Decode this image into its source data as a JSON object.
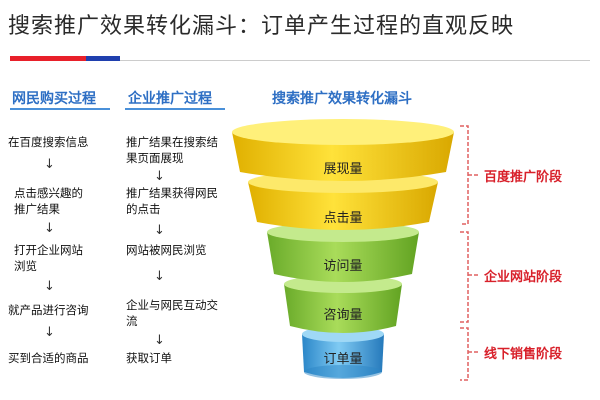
{
  "title": "搜索推广效果转化漏斗：订单产生过程的直观反映",
  "columns": {
    "consumer": {
      "heading": "网民购买过程",
      "steps": [
        "在百度搜索信息",
        "点击感兴趣的推广结果",
        "打开企业网站浏览",
        "就产品进行咨询",
        "买到合适的商品"
      ]
    },
    "enterprise": {
      "heading": "企业推广过程",
      "steps": [
        "推广结果在搜索结果页面展现",
        "推广结果获得网民的点击",
        "网站被网民浏览",
        "企业与网民互动交流",
        "获取订单"
      ]
    },
    "funnel": {
      "heading": "搜索推广效果转化漏斗",
      "levels": [
        {
          "label": "展现量",
          "color": "#f2c500"
        },
        {
          "label": "点击量",
          "color": "#f2c500"
        },
        {
          "label": "访问量",
          "color": "#8bc63f"
        },
        {
          "label": "咨询量",
          "color": "#8bc63f"
        },
        {
          "label": "订单量",
          "color": "#3aa6e0"
        }
      ]
    }
  },
  "stages": [
    "百度推广阶段",
    "企业网站阶段",
    "线下销售阶段"
  ],
  "arrow": "↓"
}
